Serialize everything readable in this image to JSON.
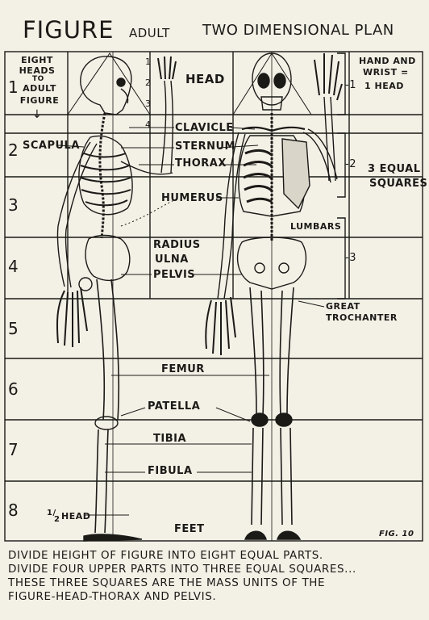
{
  "header": {
    "title": "FIGURE",
    "subtitle_adult": "ADULT",
    "subtitle_plan": "TWO DIMENSIONAL PLAN"
  },
  "left_note": {
    "line1": "EIGHT",
    "line2": "HEADS",
    "line3": "TO",
    "line4": "ADULT",
    "line5": "FIGURE",
    "arrow": "↓"
  },
  "right_note": {
    "line1": "HAND AND",
    "line2": "WRIST =",
    "line3": "1 HEAD"
  },
  "head_rows": [
    "1",
    "2",
    "3",
    "4",
    "5",
    "6",
    "7",
    "8"
  ],
  "small_head_marks": [
    "1",
    "2",
    "3",
    "4"
  ],
  "right_marks": {
    "r1": "-1",
    "r2": "-2",
    "r3": "-3",
    "squares_line1": "3 EQUAL",
    "squares_line2": "SQUARES"
  },
  "labels": {
    "head": "HEAD",
    "clavicle": "CLAVICLE",
    "scapula": "SCAPULA",
    "sternum": "STERNUM",
    "thorax": "THORAX",
    "humerus": "HUMERUS",
    "lumbars": "LUMBARS",
    "radius": "RADIUS",
    "ulna": "ULNA",
    "pelvis": "PELVIS",
    "great": "GREAT",
    "trochanter": "TROCHANTER",
    "femur": "FEMUR",
    "patella": "PATELLA",
    "tibia": "TIBIA",
    "fibula": "FIBULA",
    "half_head_num": "1/",
    "half_head_den": "2",
    "half_head_word": "HEAD",
    "feet": "FEET",
    "fig": "FIG. 10"
  },
  "caption": {
    "line1": "DIVIDE HEIGHT OF FIGURE INTO EIGHT EQUAL PARTS.",
    "line2": "DIVIDE FOUR UPPER PARTS INTO THREE EQUAL SQUARES...",
    "line3": "THESE THREE SQUARES ARE THE MASS UNITS OF THE",
    "line4": "FIGURE-HEAD-THORAX AND PELVIS."
  }
}
